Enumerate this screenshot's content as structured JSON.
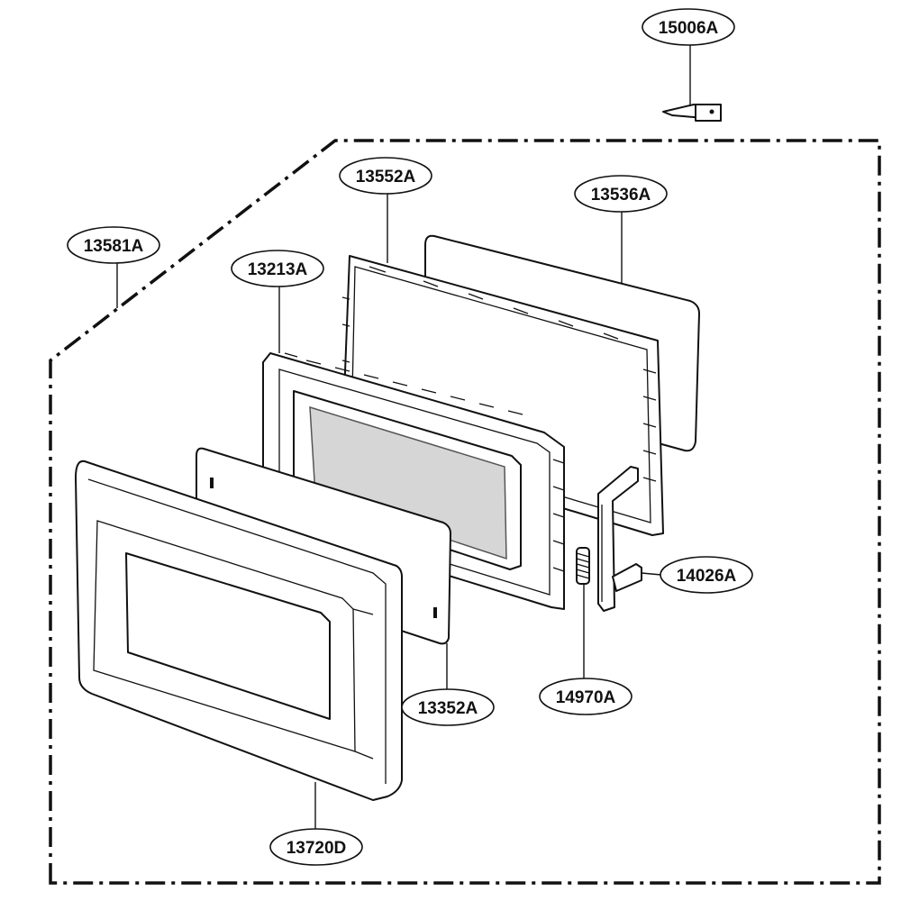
{
  "diagram": {
    "callouts": [
      {
        "id": "15006A",
        "label": "15006A"
      },
      {
        "id": "13552A",
        "label": "13552A"
      },
      {
        "id": "13536A",
        "label": "13536A"
      },
      {
        "id": "13581A",
        "label": "13581A"
      },
      {
        "id": "13213A",
        "label": "13213A"
      },
      {
        "id": "14026A",
        "label": "14026A"
      },
      {
        "id": "13352A",
        "label": "13352A"
      },
      {
        "id": "14970A",
        "label": "14970A"
      },
      {
        "id": "13720D",
        "label": "13720D"
      }
    ]
  }
}
